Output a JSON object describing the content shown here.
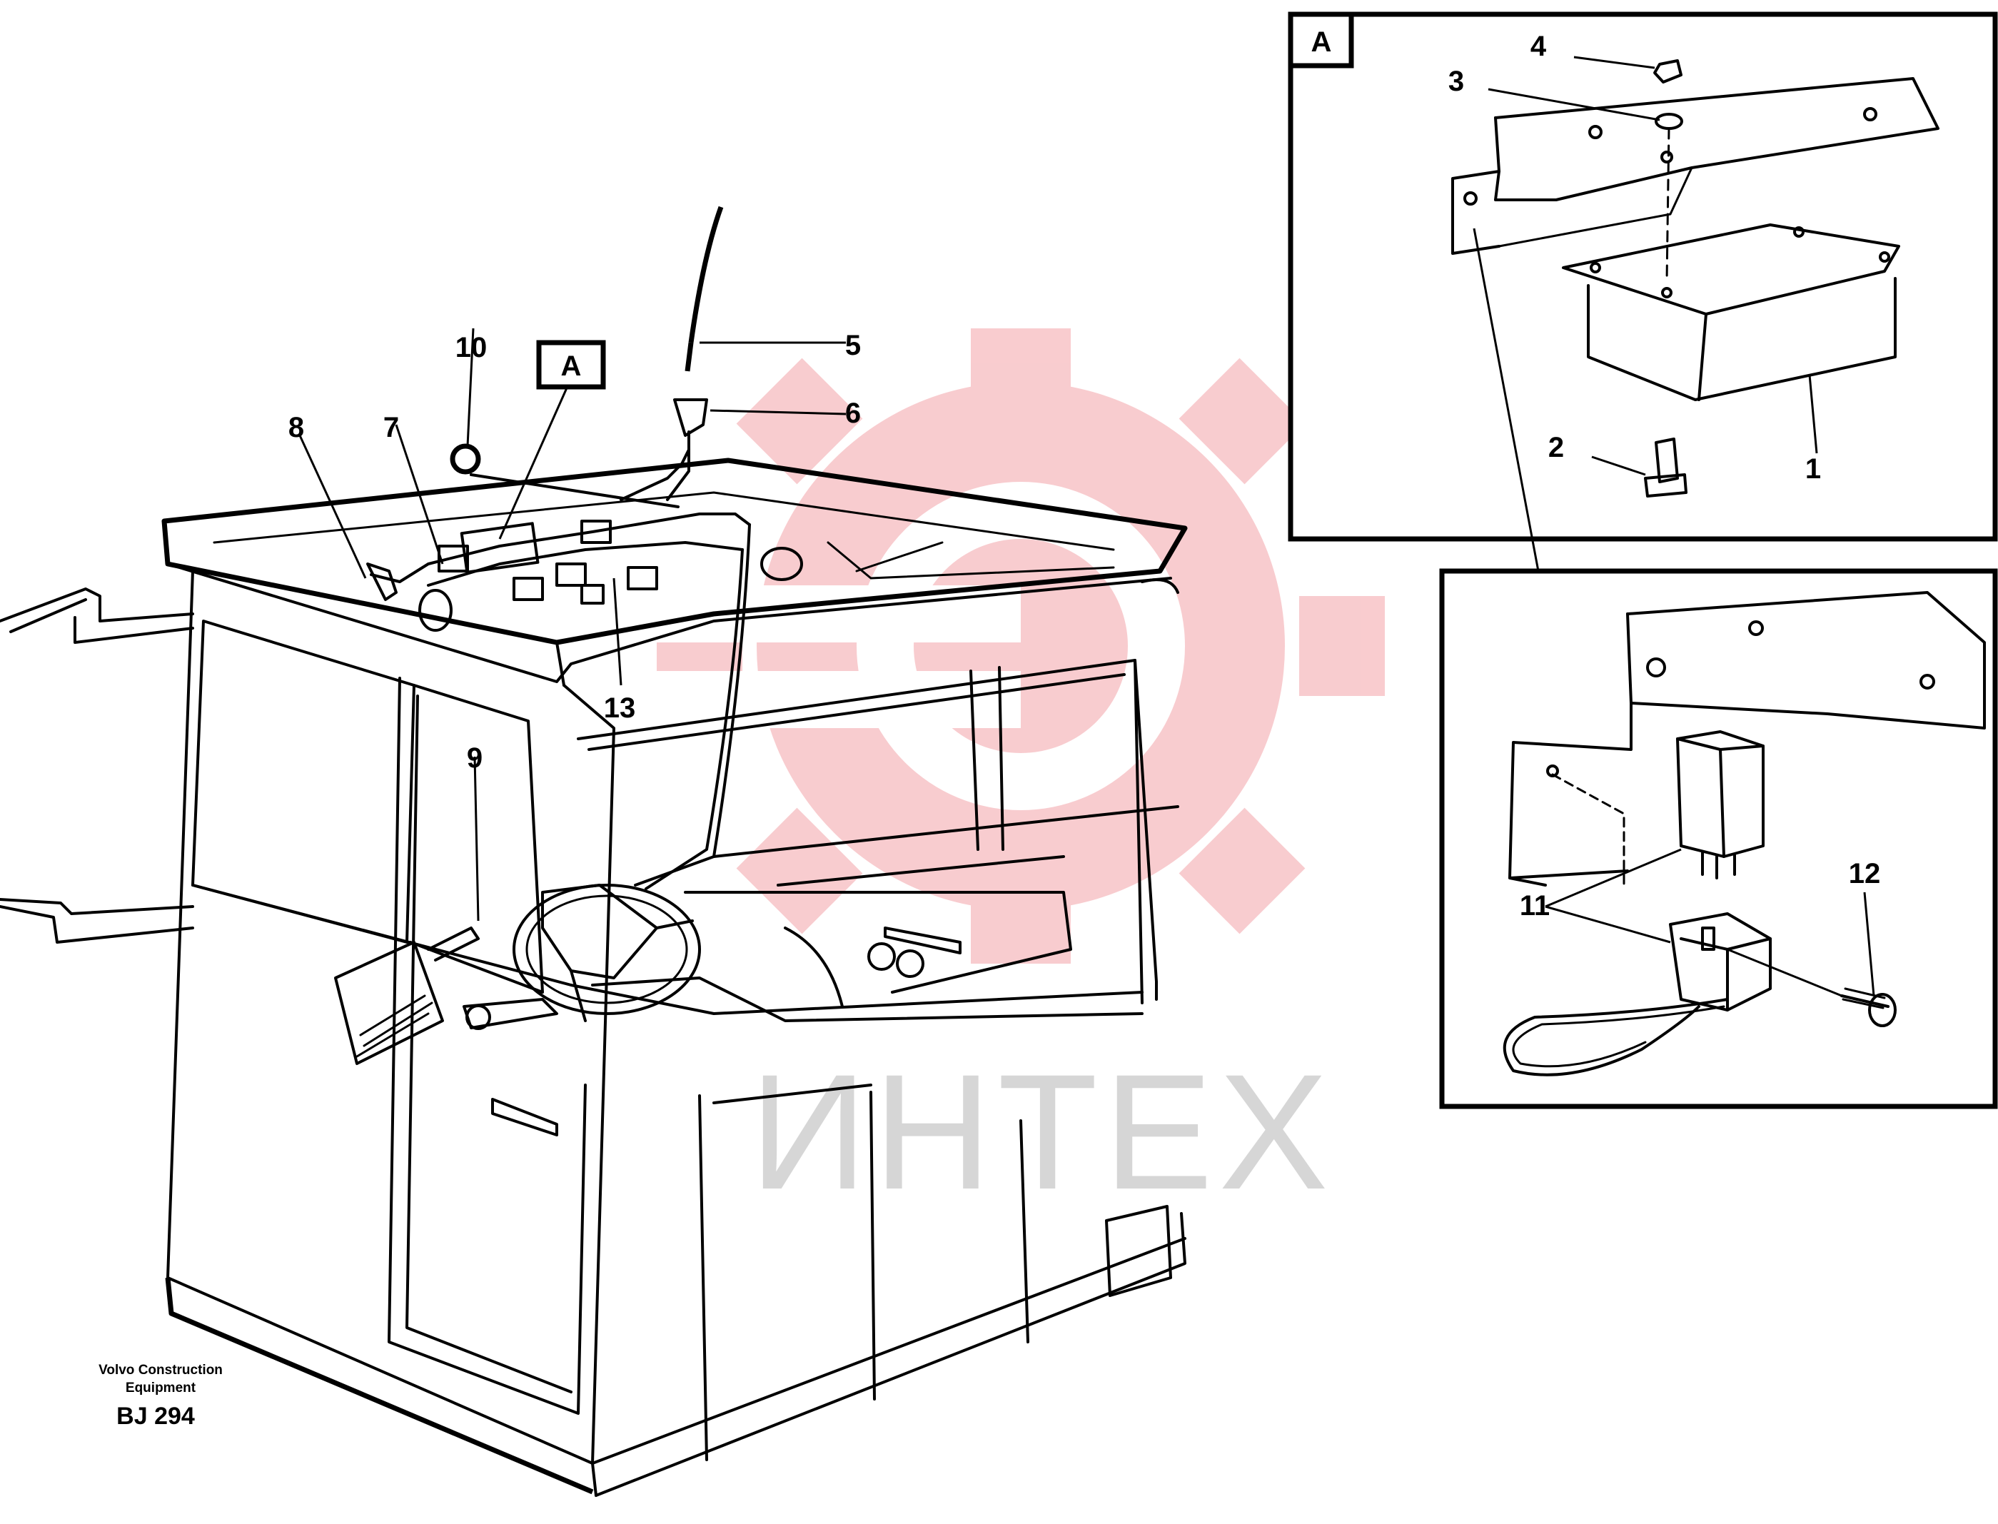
{
  "diagram": {
    "callouts": [
      {
        "id": "1",
        "text": "1"
      },
      {
        "id": "2",
        "text": "2"
      },
      {
        "id": "3",
        "text": "3"
      },
      {
        "id": "4",
        "text": "4"
      },
      {
        "id": "5",
        "text": "5"
      },
      {
        "id": "6",
        "text": "6"
      },
      {
        "id": "7",
        "text": "7"
      },
      {
        "id": "8",
        "text": "8"
      },
      {
        "id": "9",
        "text": "9"
      },
      {
        "id": "10",
        "text": "10"
      },
      {
        "id": "11",
        "text": "11"
      },
      {
        "id": "12",
        "text": "12"
      },
      {
        "id": "13",
        "text": "13"
      }
    ],
    "view_marker_main": "A",
    "view_marker_detail": "A",
    "footer": {
      "company_line1": "Volvo Construction",
      "company_line2": "Equipment",
      "code": "BJ 294"
    },
    "watermark": {
      "text": "ИНТЕХ",
      "gear_color": "#f4a3a8",
      "text_color": "#d0d0d0"
    }
  }
}
